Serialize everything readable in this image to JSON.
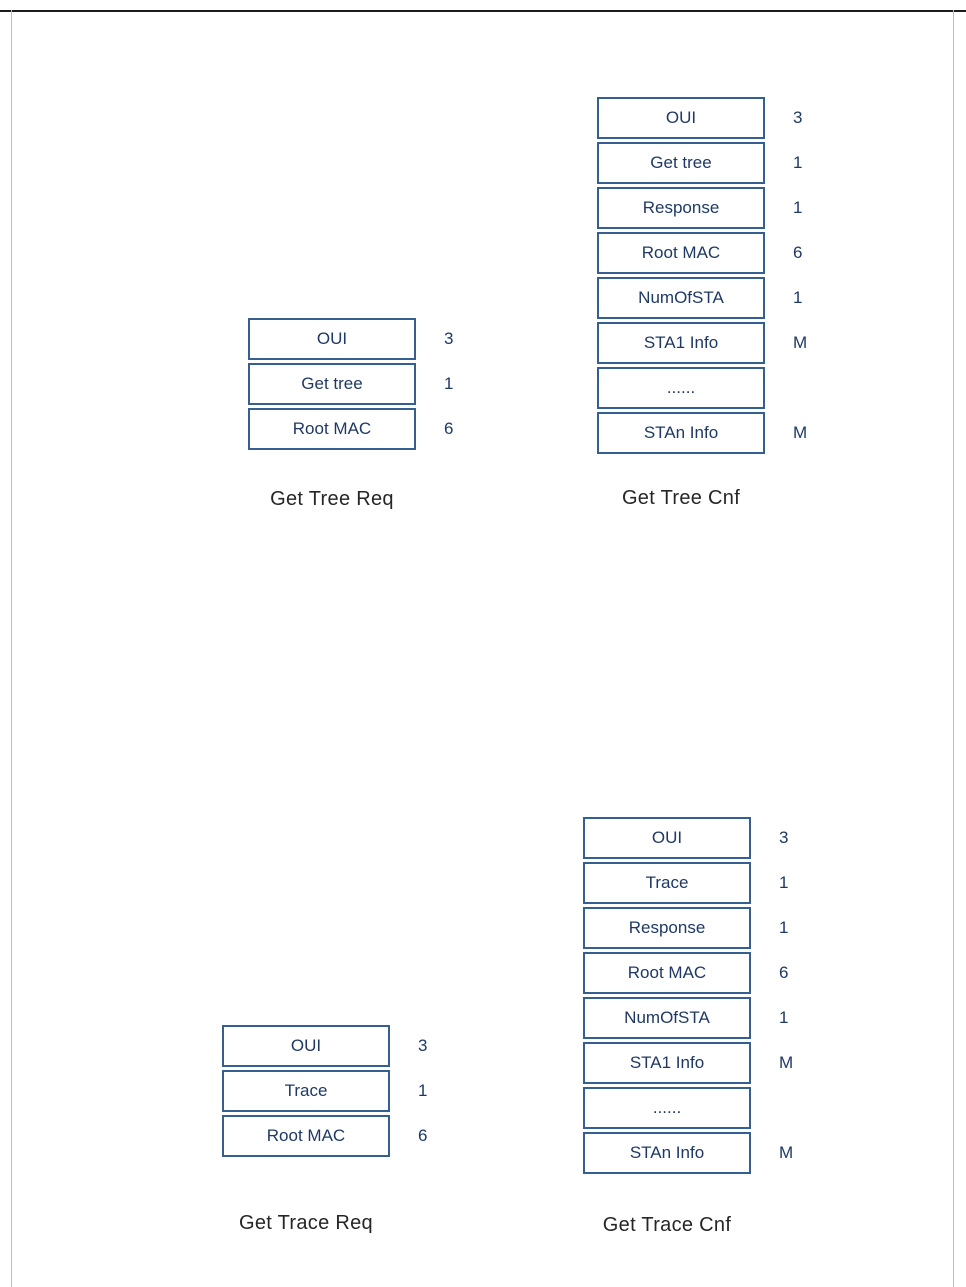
{
  "colors": {
    "box_border": "#365f91",
    "box_label": "#1f3864",
    "caption": "#262626",
    "frame_line": "#1c1c1c"
  },
  "diagrams": [
    {
      "id": "get-tree-req",
      "caption": "Get Tree Req",
      "rows": [
        {
          "label": "OUI",
          "size": "3"
        },
        {
          "label": "Get tree",
          "size": "1"
        },
        {
          "label": "Root MAC",
          "size": "6"
        }
      ]
    },
    {
      "id": "get-tree-cnf",
      "caption": "Get Tree Cnf",
      "rows": [
        {
          "label": "OUI",
          "size": "3"
        },
        {
          "label": "Get tree",
          "size": "1"
        },
        {
          "label": "Response",
          "size": "1"
        },
        {
          "label": "Root MAC",
          "size": "6"
        },
        {
          "label": "NumOfSTA",
          "size": "1"
        },
        {
          "label": "STA1 Info",
          "size": "M"
        },
        {
          "label": "......",
          "size": ""
        },
        {
          "label": "STAn Info",
          "size": "M"
        }
      ]
    },
    {
      "id": "get-trace-req",
      "caption": "Get Trace Req",
      "rows": [
        {
          "label": "OUI",
          "size": "3"
        },
        {
          "label": "Trace",
          "size": "1"
        },
        {
          "label": "Root MAC",
          "size": "6"
        }
      ]
    },
    {
      "id": "get-trace-cnf",
      "caption": "Get Trace Cnf",
      "rows": [
        {
          "label": "OUI",
          "size": "3"
        },
        {
          "label": "Trace",
          "size": "1"
        },
        {
          "label": "Response",
          "size": "1"
        },
        {
          "label": "Root MAC",
          "size": "6"
        },
        {
          "label": "NumOfSTA",
          "size": "1"
        },
        {
          "label": "STA1 Info",
          "size": "M"
        },
        {
          "label": "......",
          "size": ""
        },
        {
          "label": "STAn Info",
          "size": "M"
        }
      ]
    }
  ]
}
